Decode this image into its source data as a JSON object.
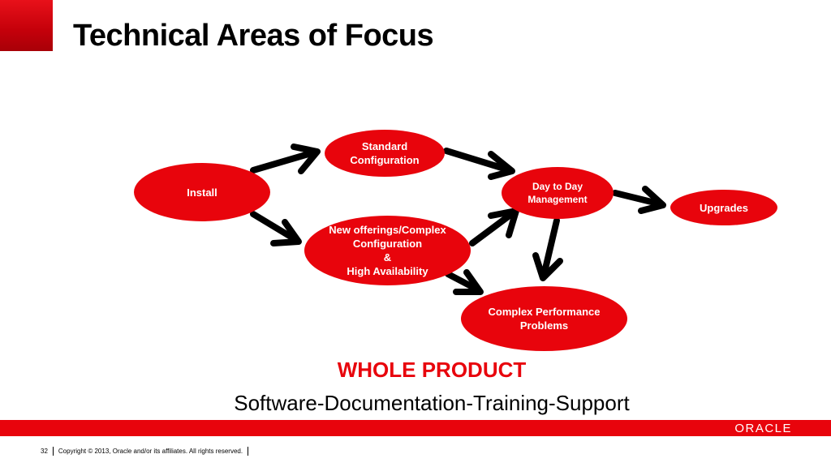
{
  "title": "Technical Areas of Focus",
  "nodes": {
    "install": "Install",
    "standard": "Standard\nConfiguration",
    "complex": "New offerings/Complex\nConfiguration\n&\nHigh Availability",
    "daytoday": "Day to Day\nManagement",
    "upgrades": "Upgrades",
    "perf": "Complex Performance\nProblems"
  },
  "headline": "WHOLE PRODUCT",
  "subline": "Software-Documentation-Training-Support",
  "footer": {
    "page": "32",
    "copyright": "Copyright © 2013, Oracle and/or its affiliates. All rights reserved.",
    "logo": "ORACLE"
  },
  "colors": {
    "accent": "#e8040c",
    "arrow": "#000000"
  }
}
